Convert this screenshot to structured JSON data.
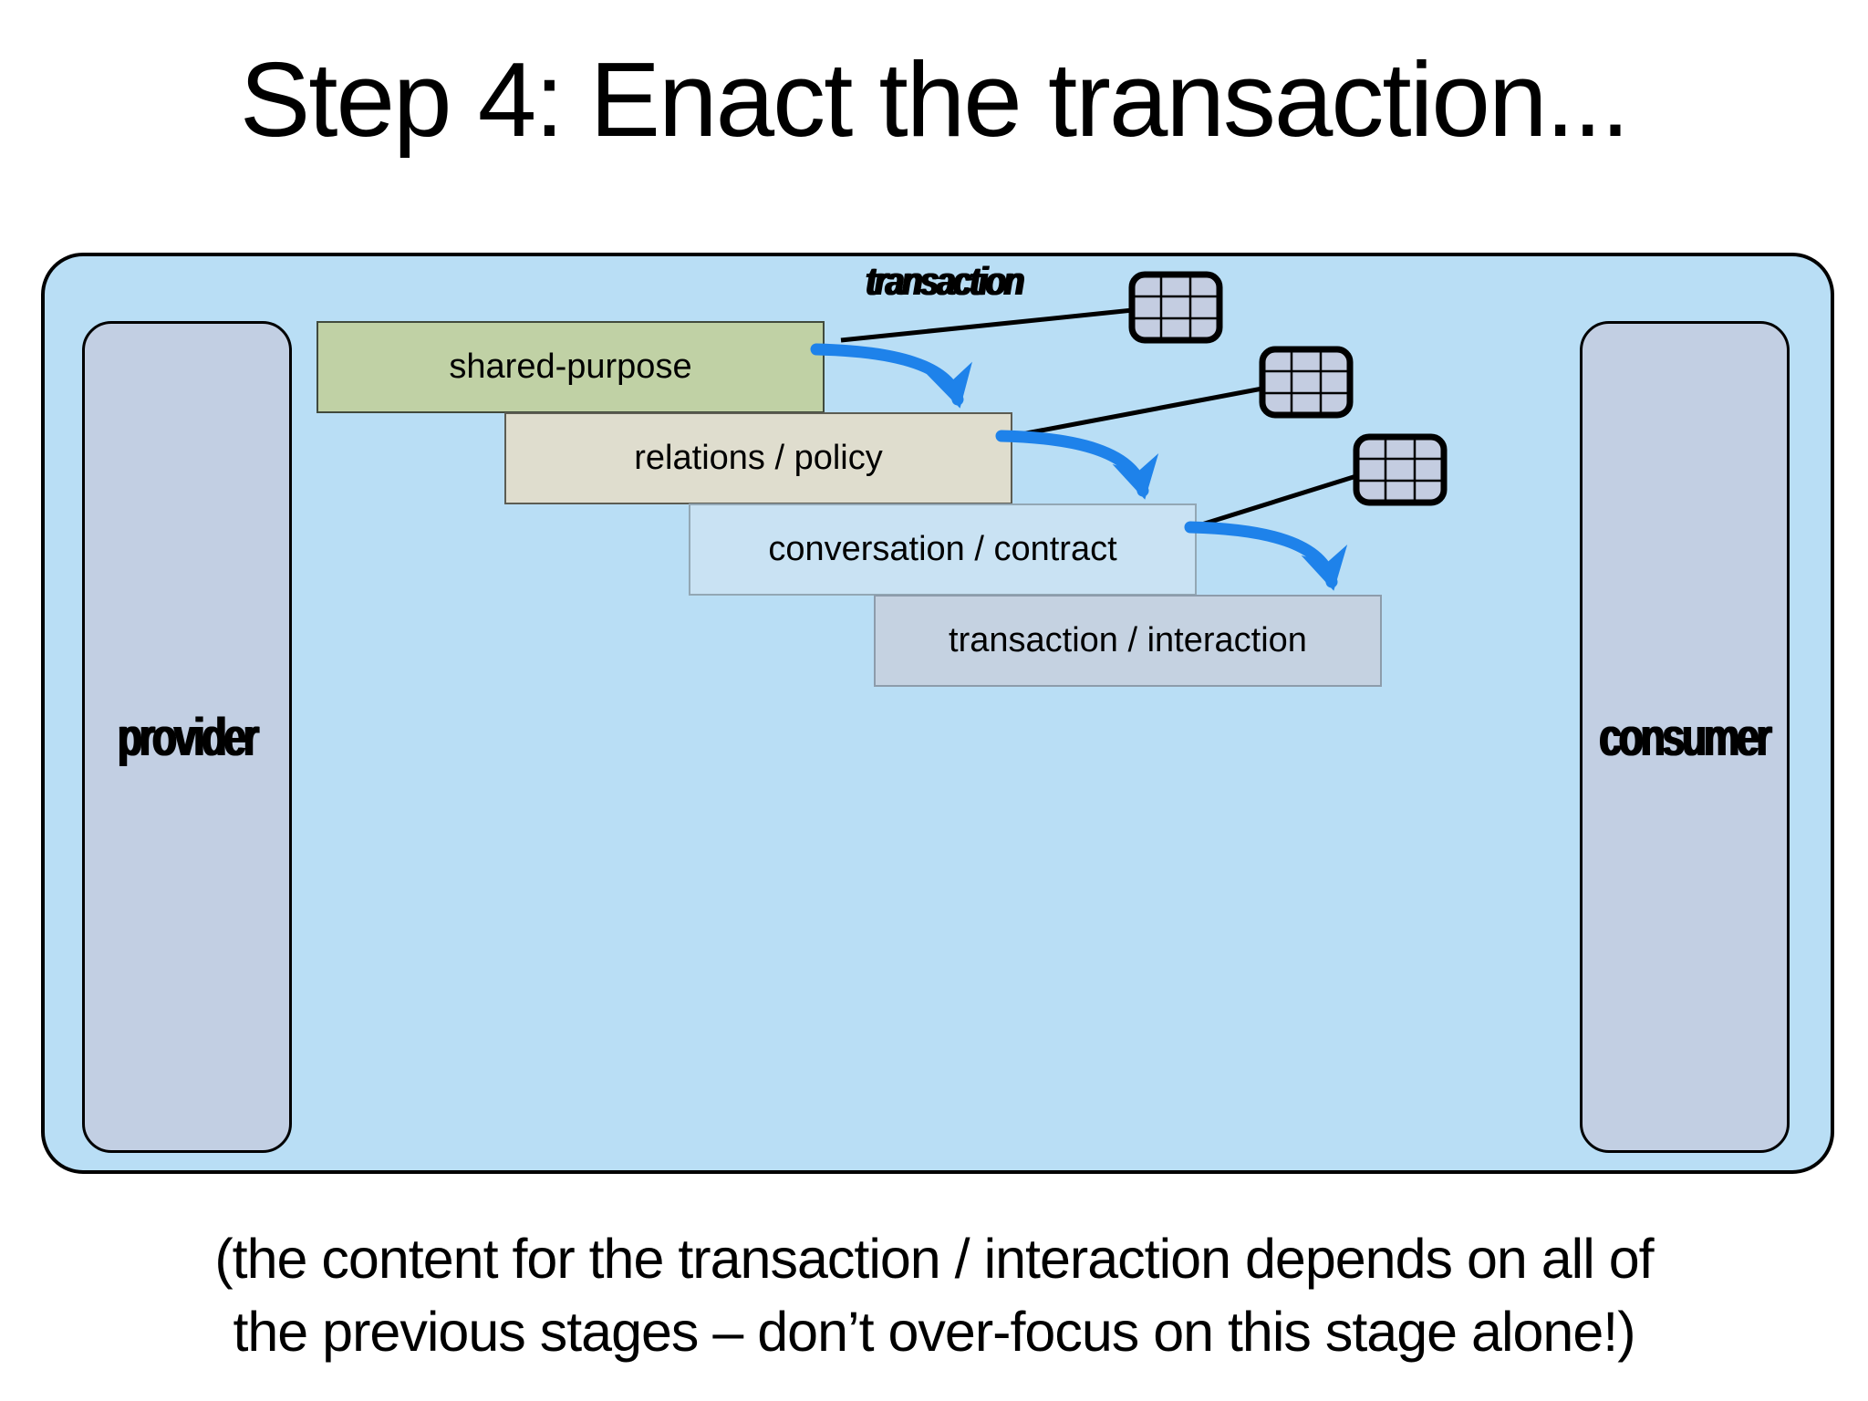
{
  "slide": {
    "title": "Step 4: Enact the transaction...",
    "caption_line1": "(the content for the transaction / interaction depends on all of",
    "caption_line2": "the previous stages – don’t over-focus on this stage alone!)"
  },
  "diagram": {
    "transaction_label": "transaction",
    "provider": {
      "label": "provider"
    },
    "consumer": {
      "label": "consumer"
    },
    "layers": [
      {
        "label": "shared-purpose",
        "fill": "#c0d1a5",
        "border": "#414a3c"
      },
      {
        "label": "relations / policy",
        "fill": "#dfddce",
        "border": "#5c5c52"
      },
      {
        "label": "conversation / contract",
        "fill": "#c9e2f3",
        "border": "#93a7b4"
      },
      {
        "label": "transaction / interaction",
        "fill": "#c5d2e1",
        "border": "#8d9cab"
      }
    ],
    "artifact_icons": [
      "table-grid-icon",
      "table-grid-icon",
      "table-grid-icon"
    ]
  },
  "colors": {
    "canvas_fill": "#b9def5",
    "canvas_border": "#000000",
    "actor_fill": "#c2cfe3",
    "actor_border": "#000000",
    "icon_fill": "#c4cde1",
    "arrow_blue": "#1e82ea",
    "connector_black": "#000000",
    "text_black": "#000000"
  }
}
